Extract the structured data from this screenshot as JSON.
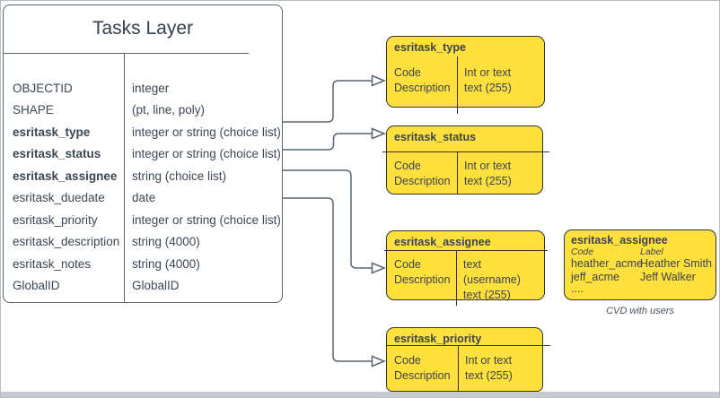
{
  "colors": {
    "domain_fill": "#ffe03d",
    "domain_border": "#333333",
    "table_border": "#5b6570",
    "connector": "#5b6570",
    "text": "#3b4754",
    "bottom_bar": "#c7cbcf"
  },
  "table": {
    "title": "Tasks Layer",
    "rows": [
      {
        "field": "OBJECTID",
        "type": "integer"
      },
      {
        "field": "SHAPE",
        "type": "(pt, line, poly)"
      },
      {
        "field": "esritask_type",
        "type": "integer or string (choice list)"
      },
      {
        "field": "esritask_status",
        "type": "integer or string (choice list)"
      },
      {
        "field": "esritask_assignee",
        "type": "string (choice list)"
      },
      {
        "field": "esritask_duedate",
        "type": "date"
      },
      {
        "field": "esritask_priority",
        "type": "integer or string (choice list)"
      },
      {
        "field": "esritask_description",
        "type": "string (4000)"
      },
      {
        "field": "esritask_notes",
        "type": "string (4000)"
      },
      {
        "field": "GlobalID",
        "type": "GlobalID"
      }
    ]
  },
  "domains": [
    {
      "title": "esritask_type",
      "left": [
        "Code",
        "Description"
      ],
      "right": [
        "Int or text",
        "text (255)"
      ]
    },
    {
      "title": "esritask_status",
      "left": [
        "Code",
        "Description"
      ],
      "right": [
        "Int or text",
        "text (255)"
      ]
    },
    {
      "title": "esritask_assignee",
      "left": [
        "Code",
        "Description"
      ],
      "right": [
        "text  (username)",
        "text (255)"
      ]
    },
    {
      "title": "esritask_priority",
      "left": [
        "Code",
        "Description"
      ],
      "right": [
        "Int or text",
        "text (255)"
      ]
    }
  ],
  "cvd": {
    "title": "esritask_assignee",
    "col_headers": [
      "Code",
      "Label"
    ],
    "rows": [
      {
        "code": "heather_acme",
        "label": "Heather Smith"
      },
      {
        "code": "jeff_acme",
        "label": "Jeff Walker"
      }
    ],
    "more": "....",
    "caption": "CVD with users"
  }
}
